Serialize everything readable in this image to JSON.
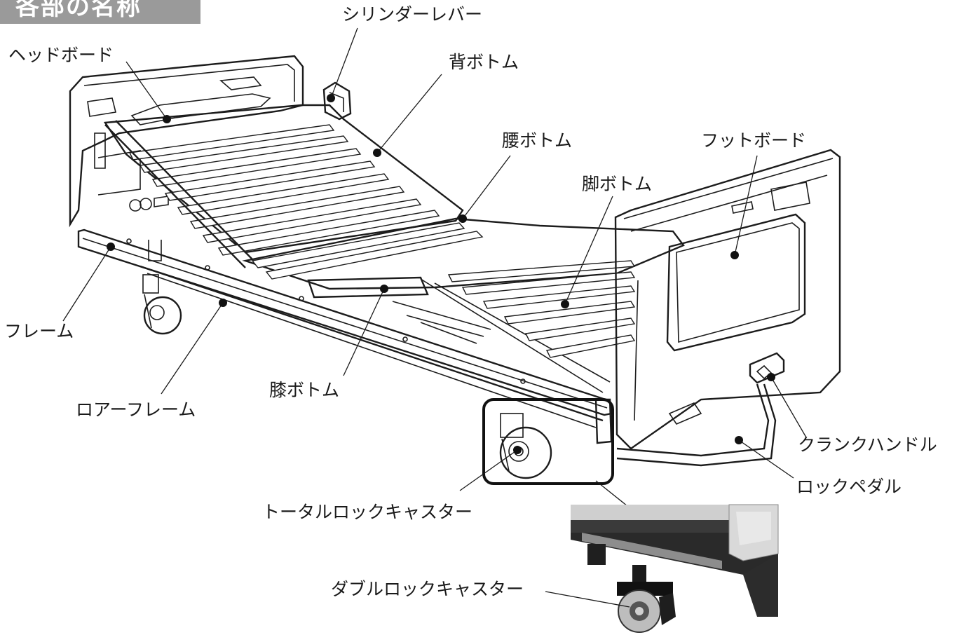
{
  "section_header": {
    "title": "各部の名称"
  },
  "labels": {
    "cylinder_lever": "シリンダーレバー",
    "headboard": "ヘッドボード",
    "back_bottom": "背ボトム",
    "waist_bottom": "腰ボトム",
    "footboard": "フットボード",
    "leg_bottom": "脚ボトム",
    "frame": "フレーム",
    "knee_bottom": "膝ボトム",
    "lower_frame": "ロアーフレーム",
    "crank_handle": "クランクハンドル",
    "lock_pedal": "ロックペダル",
    "total_lock_caster": "トータルロックキャスター",
    "double_lock_caster": "ダブルロックキャスター"
  }
}
